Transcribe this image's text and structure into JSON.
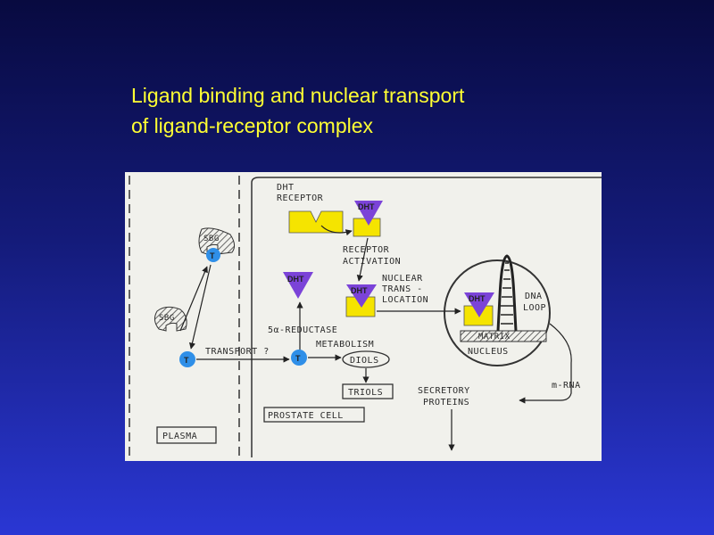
{
  "title": {
    "line1": "Ligand binding and nuclear transport",
    "line2": "of ligand-receptor complex"
  },
  "colors": {
    "background_top": "#080a40",
    "background_bottom": "#2a37d4",
    "title": "#ffff33",
    "receptor": "#f5e400",
    "dht": "#7b43d8",
    "testosterone": "#2f8fe8",
    "figure_bg": "#f1f1ec"
  },
  "diagram": {
    "labels": {
      "dht_receptor_1": "DHT",
      "dht_receptor_2": "RECEPTOR",
      "receptor_activation_1": "RECEPTOR",
      "receptor_activation_2": "ACTIVATION",
      "nuclear_1": "NUCLEAR",
      "nuclear_2": "TRANS -",
      "nuclear_3": "LOCATION",
      "reductase": "5α-REDUCTASE",
      "metabolism": "METABOLISM",
      "diols": "DIOLS",
      "triols": "TRIOLS",
      "transport": "TRANSPORT ?",
      "secretory_1": "SECRETORY",
      "secretory_2": "PROTEINS",
      "mrna": "m-RNA",
      "dna_loop_1": "DNA",
      "dna_loop_2": "LOOP",
      "matrix": "MATRIX",
      "nucleus": "NUCLEUS",
      "prostate_cell": "PROSTATE CELL",
      "plasma": "PLASMA",
      "sbg_bound": "SBG",
      "sbg_free": "SBG",
      "t_bound": "T",
      "t_plasma": "T",
      "t_cell": "T",
      "dht_top": "DHT",
      "dht_free": "DHT",
      "dht_complex": "DHT",
      "dht_nucleus": "DHT"
    }
  }
}
